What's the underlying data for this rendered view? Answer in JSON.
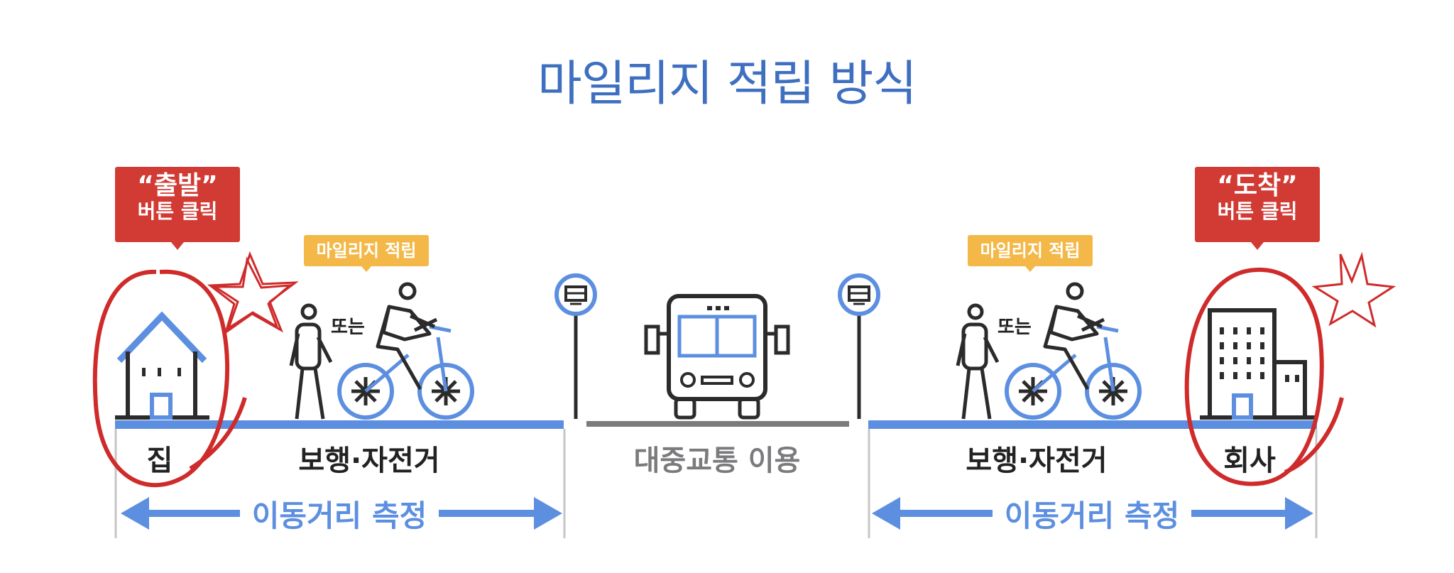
{
  "title": "마일리지 적립 방식",
  "start_callout": {
    "line1": "“출발”",
    "line2": "버튼 클릭"
  },
  "end_callout": {
    "line1": "“도착”",
    "line2": "버튼 클릭"
  },
  "mileage_badge": "마일리지 적립",
  "or_label": "또는",
  "labels": {
    "home": "집",
    "walk_bike": "보행·자전거",
    "public_transit": "대중교통 이용",
    "company": "회사"
  },
  "measure_label": "이동거리 측정",
  "colors": {
    "title": "#3f6fc0",
    "accent_blue": "#5d8fe0",
    "callout_red": "#d23a34",
    "badge_yellow": "#f3b847",
    "outline_dark": "#2b2b2b",
    "transit_gray": "#7b7b7e"
  },
  "icons": [
    "house-icon",
    "pedestrian-icon",
    "cyclist-icon",
    "bus-stop-icon",
    "bus-icon",
    "office-building-icon",
    "star-doodle-icon"
  ]
}
